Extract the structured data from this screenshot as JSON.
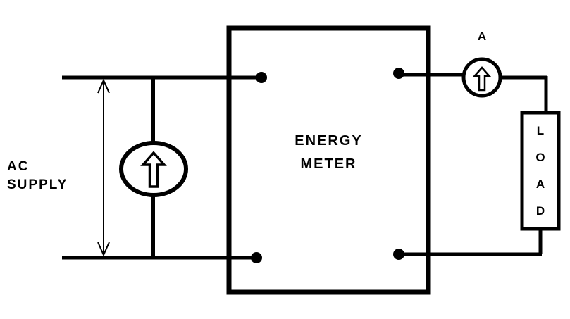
{
  "diagram": {
    "type": "energy-meter-connection-circuit",
    "labels": {
      "ac_supply_line1": "AC",
      "ac_supply_line2": "SUPPLY",
      "energy_meter_line1": "ENERGY",
      "energy_meter_line2": "METER",
      "ammeter": "A",
      "load_letters": [
        "L",
        "O",
        "A",
        "D"
      ]
    },
    "colors": {
      "line": "#000000",
      "background": "#ffffff"
    }
  }
}
